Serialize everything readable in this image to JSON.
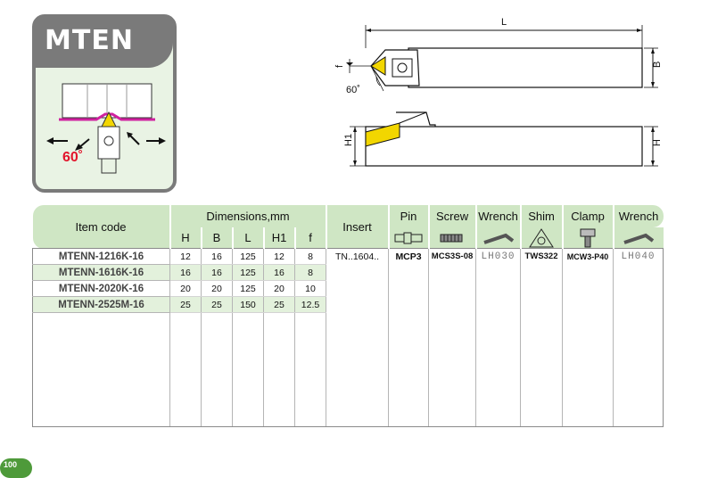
{
  "badge": {
    "title": "MTEN",
    "angle_label": "60˚"
  },
  "drawing": {
    "dims": {
      "L": "L",
      "B": "B",
      "f": "f",
      "H1": "H1",
      "H": "H",
      "angle": "60˚"
    }
  },
  "table": {
    "headers": {
      "item_code": "Item code",
      "dimensions": "Dimensions,mm",
      "dim_cols": [
        "H",
        "B",
        "L",
        "H1",
        "f"
      ],
      "insert": "Insert",
      "pin": "Pin",
      "screw": "Screw",
      "wrench": "Wrench",
      "shim": "Shim",
      "clamp": "Clamp",
      "wrench2": "Wrench"
    },
    "icons": [
      "pin-icon",
      "screw-icon",
      "wrench-icon",
      "shim-icon",
      "clamp-icon",
      "wrench-icon"
    ],
    "rows": [
      {
        "code": "MTENN-1216K-16",
        "H": "12",
        "B": "16",
        "L": "125",
        "H1": "12",
        "f": "8"
      },
      {
        "code": "MTENN-1616K-16",
        "H": "16",
        "B": "16",
        "L": "125",
        "H1": "16",
        "f": "8"
      },
      {
        "code": "MTENN-2020K-16",
        "H": "20",
        "B": "20",
        "L": "125",
        "H1": "20",
        "f": "10"
      },
      {
        "code": "MTENN-2525M-16",
        "H": "25",
        "B": "25",
        "L": "150",
        "H1": "25",
        "f": "12.5"
      }
    ],
    "parts": {
      "insert": "TN..1604..",
      "pin": "MCP3",
      "screw": "MCS3S-08",
      "wrench": "LH030",
      "shim": "TWS322",
      "clamp": "MCW3-P40",
      "wrench2": "LH040"
    }
  },
  "footer": {
    "page": "100"
  },
  "colors": {
    "header_green": "#cfe6c4",
    "row_green": "#e3f1dc",
    "badge_gray": "#7a7a7a",
    "accent_red": "#e2142b",
    "insert_yellow": "#f2d600"
  }
}
